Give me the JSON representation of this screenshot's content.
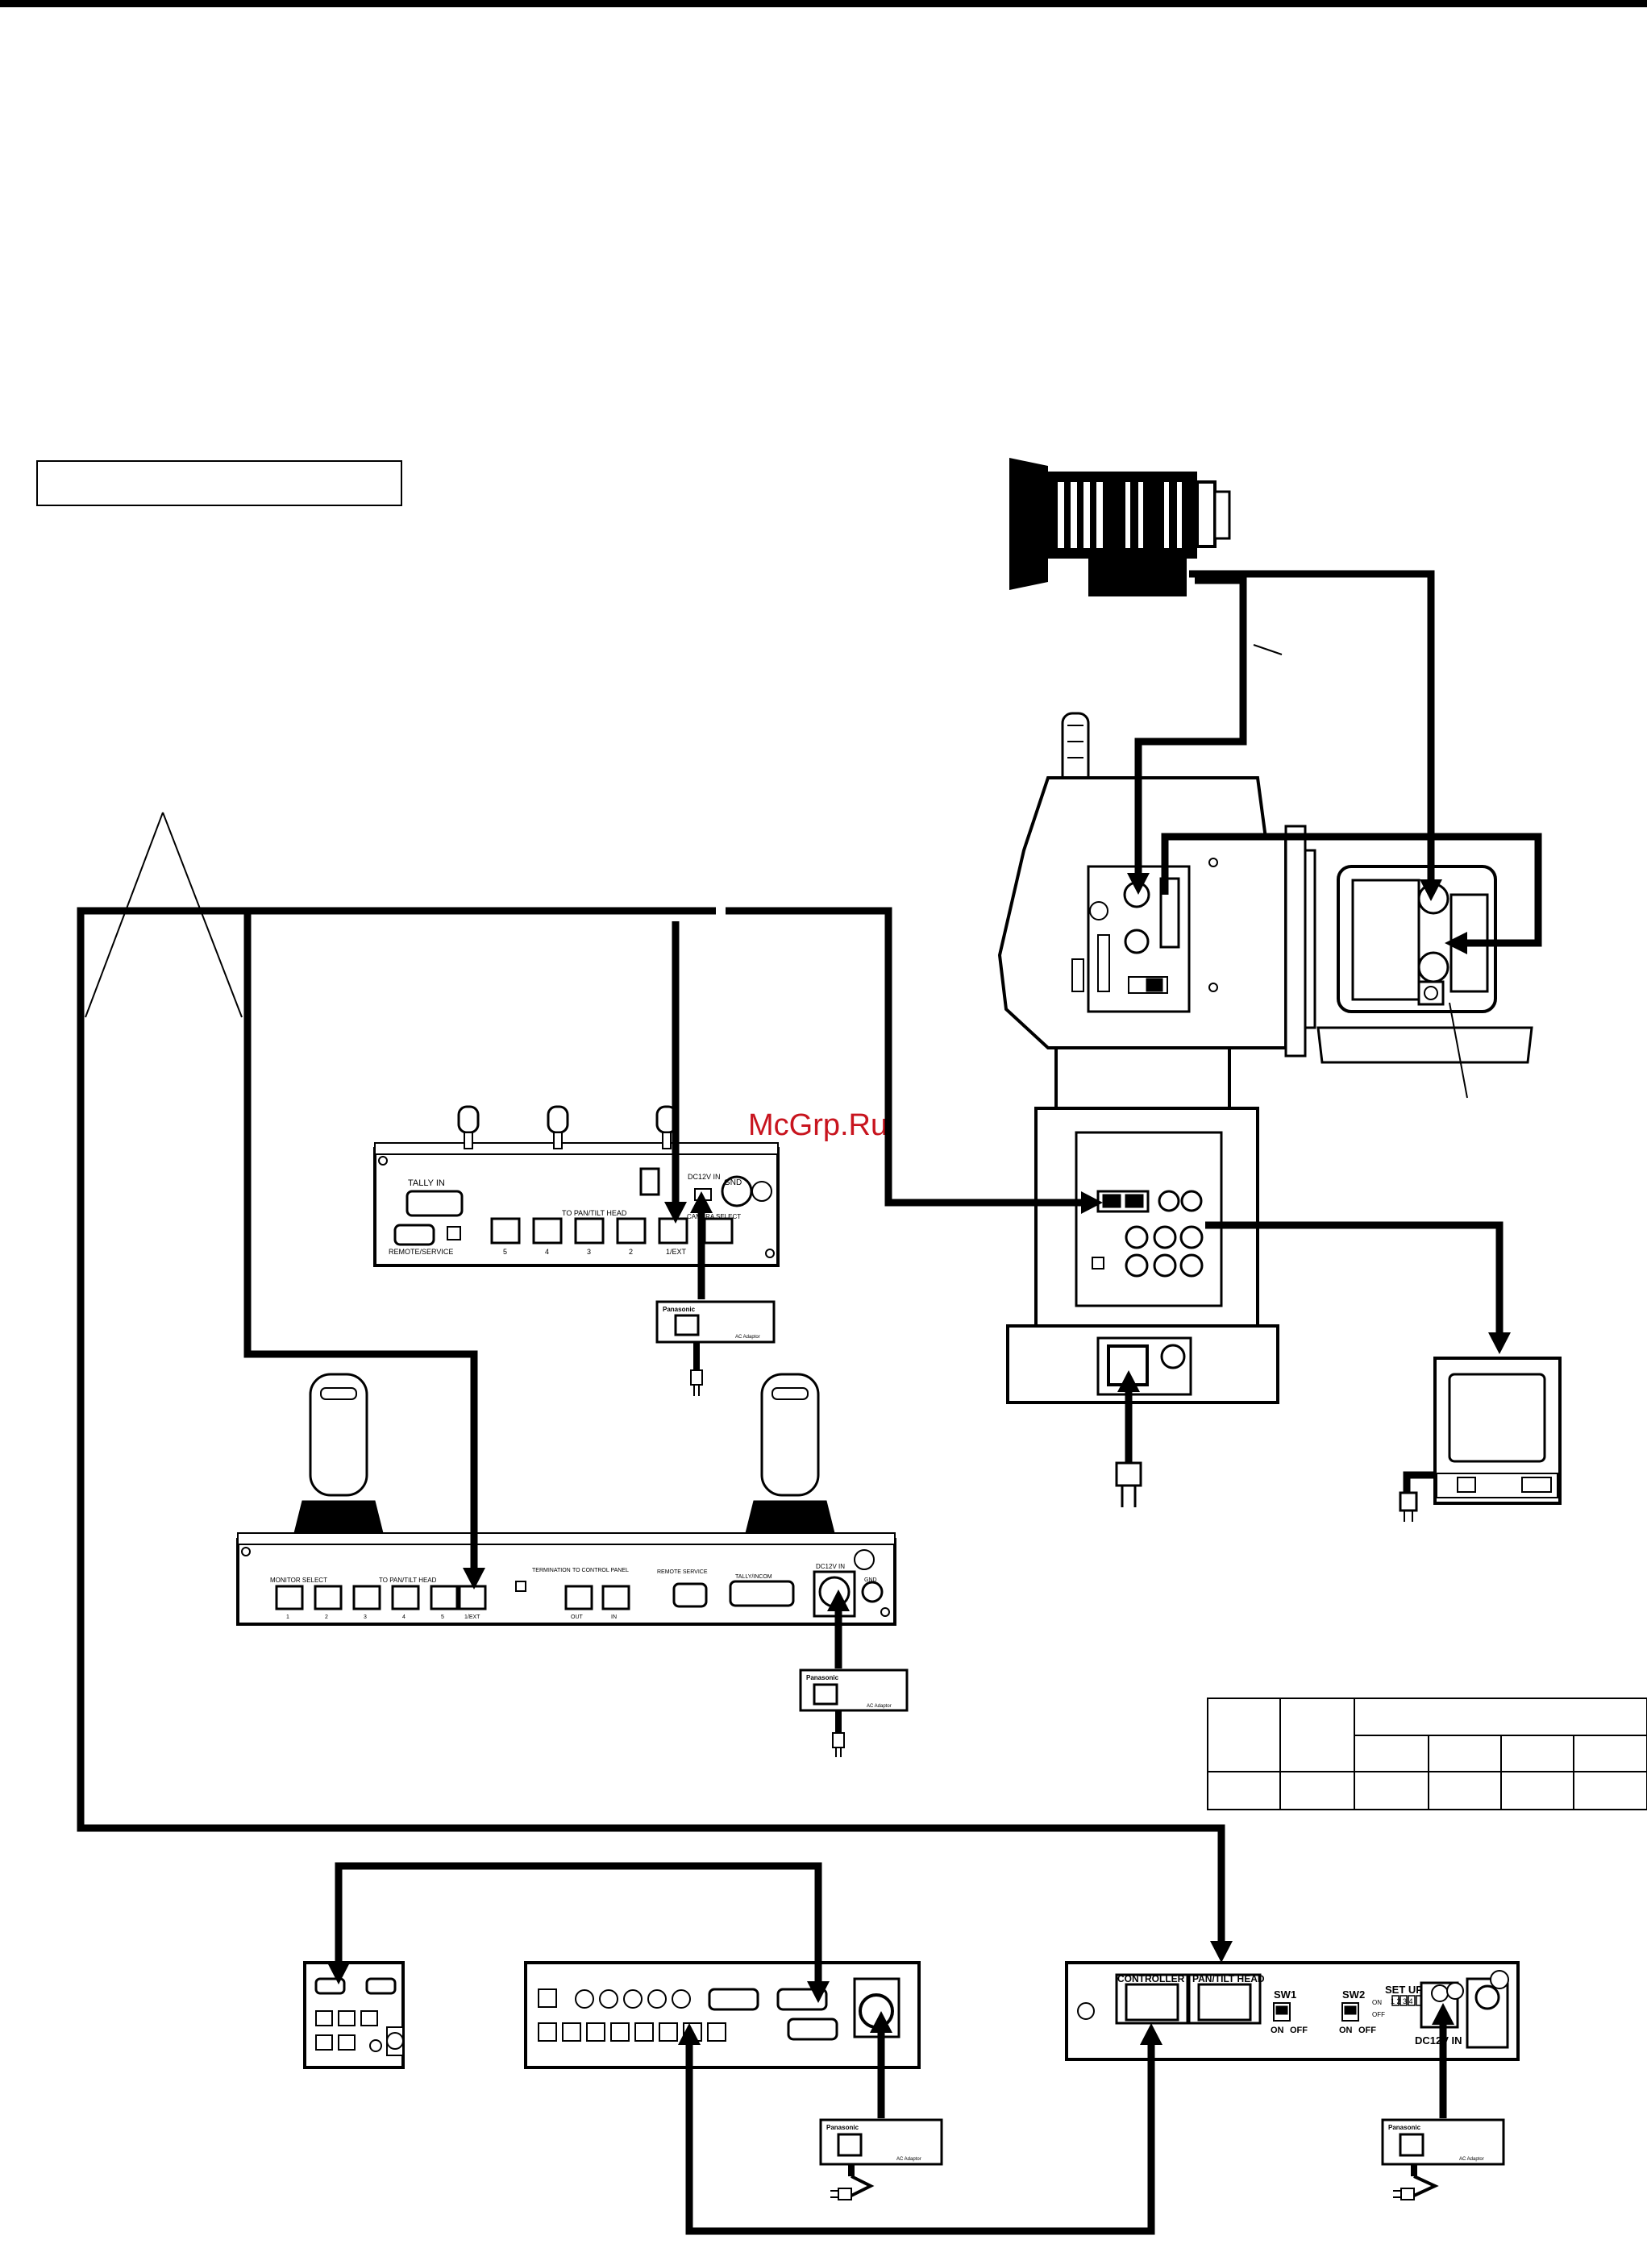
{
  "watermark": "McGrp.Ru",
  "controller_small": {
    "tally_in": "TALLY IN",
    "dc_in": "DC12V IN",
    "gnd": "GND",
    "to_pan_tilt_head": "TO PAN/TILT HEAD",
    "camera_select": "CAMERA SELECT",
    "remote_service": "REMOTE/SERVICE",
    "ports": [
      "5",
      "4",
      "3",
      "2",
      "1/EXT"
    ]
  },
  "controller_large": {
    "monitor_select": "MONITOR SELECT",
    "to_pan_tilt_head": "TO PAN/TILT HEAD",
    "termination": "TERMINATION",
    "to_control_panel": "TO CONTROL PANEL",
    "remote_service": "REMOTE SERVICE",
    "tally_intercom": "TALLY/INCOM",
    "dc_in": "DC12V IN",
    "gnd": "GND",
    "out": "OUT",
    "in": "IN",
    "ports": [
      "1",
      "2",
      "3",
      "4",
      "5",
      "1/EXT"
    ]
  },
  "ac_adaptor": {
    "brand": "Panasonic",
    "caption": "AC Adaptor"
  },
  "converter": {
    "controller": "CONTROLLER",
    "pan_tilt_head": "PAN/TILT HEAD",
    "sw1": "SW1",
    "sw2": "SW2",
    "on": "ON",
    "off": "OFF",
    "set_up": "SET UP",
    "setup_numbers": "1 2 3 4",
    "dc_in": "DC12V IN"
  }
}
